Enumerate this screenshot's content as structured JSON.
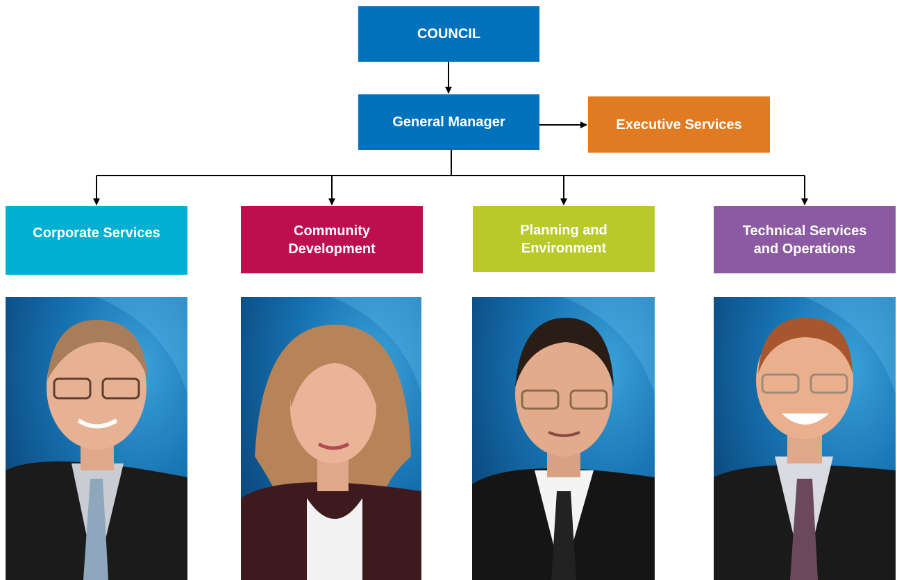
{
  "colors": {
    "council": "#0072bc",
    "general_manager": "#0072bc",
    "executive_services": "#e07b22",
    "corporate_services": "#00b0d2",
    "community_development": "#bd0f4e",
    "planning_environment": "#b9c92a",
    "technical_services": "#8b5aa2"
  },
  "nodes": {
    "council": "COUNCIL",
    "general_manager": "General Manager",
    "executive_services": "Executive Services",
    "corporate_services": "Corporate Services",
    "community_development": "Community\nDevelopment",
    "planning_environment": "Planning and\nEnvironment",
    "technical_services": "Technical Services\nand Operations"
  },
  "photos": [
    {
      "icon": "portrait-man-glasses-icon"
    },
    {
      "icon": "portrait-woman-icon"
    },
    {
      "icon": "portrait-man-glasses-icon"
    },
    {
      "icon": "portrait-man-smiling-icon"
    }
  ]
}
